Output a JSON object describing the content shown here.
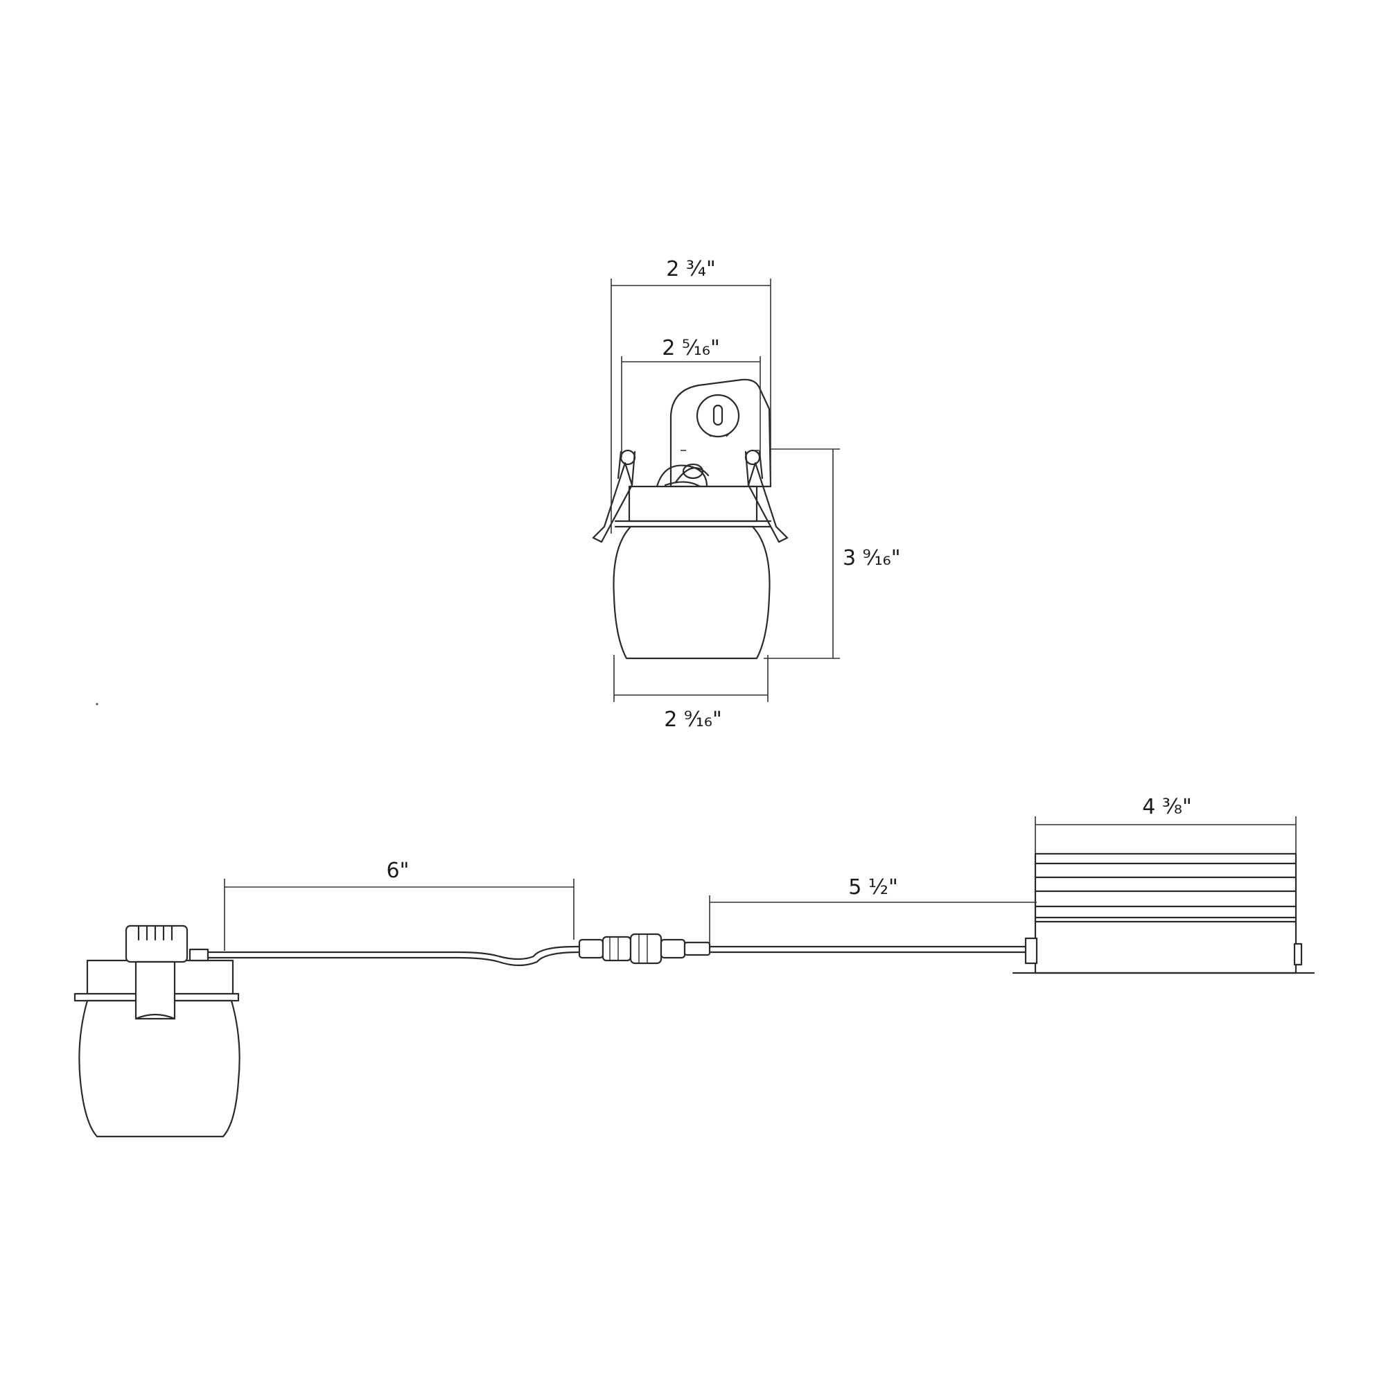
{
  "dimensions": {
    "top_outer_width": "2 ¾\"",
    "top_inner_width": "2 ⁵⁄₁₆\"",
    "height": "3 ⁹⁄₁₆\"",
    "bottom_width": "2 ⁹⁄₁₆\"",
    "cable_left": "6\"",
    "cable_right": "5 ½\"",
    "driver_length": "4 ⅜\""
  },
  "colors": {
    "line": "#2a2a2a",
    "background": "#ffffff"
  }
}
